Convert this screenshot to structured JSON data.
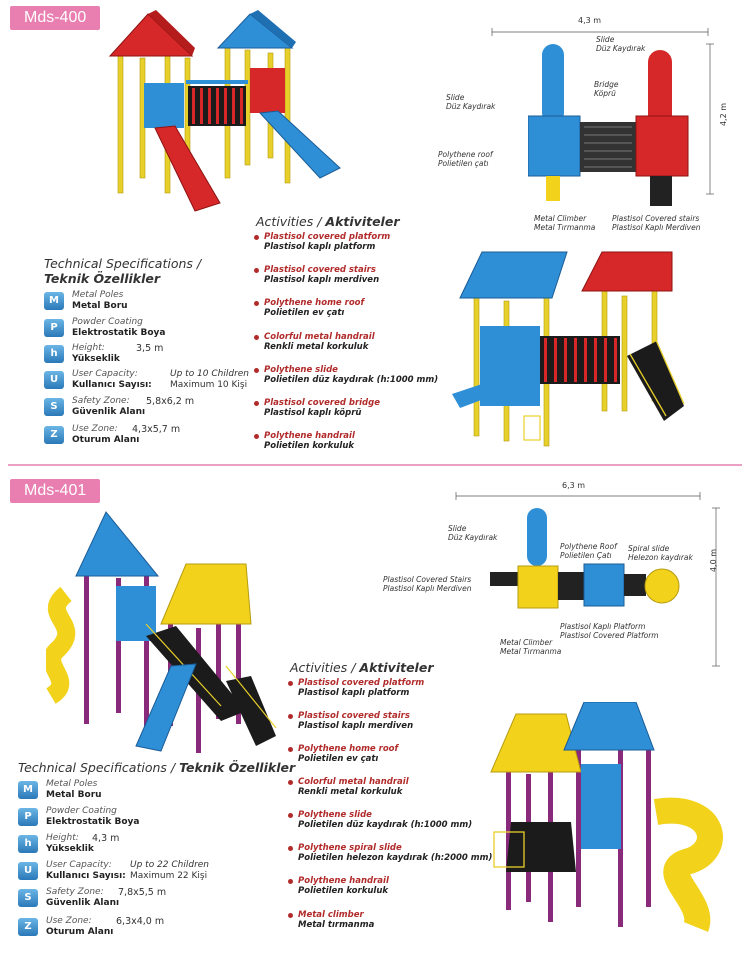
{
  "products": [
    {
      "code": "Mds-400",
      "spec_title_en": "Technical Specifications /",
      "spec_title_tr": "Teknik Özellikler",
      "specs": [
        {
          "icon": "M",
          "en": "Metal Poles",
          "tr": "Metal Boru",
          "value": "",
          "value_tr": ""
        },
        {
          "icon": "P",
          "en": "Powder Coating",
          "tr": "Elektrostatik Boya",
          "value": "",
          "value_tr": ""
        },
        {
          "icon": "h",
          "en": "Height:",
          "tr": "Yükseklik",
          "value": "3,5 m",
          "value_tr": ""
        },
        {
          "icon": "U",
          "en": "User Capacity:",
          "tr": "Kullanıcı Sayısı:",
          "value": "Up to 10 Children",
          "value_tr": "Maximum 10 Kişi"
        },
        {
          "icon": "S",
          "en": "Safety Zone:",
          "tr": "Güvenlik Alanı",
          "value": "5,8x6,2 m",
          "value_tr": ""
        },
        {
          "icon": "Z",
          "en": "Use Zone:",
          "tr": "Oturum Alanı",
          "value": "4,3x5,7 m",
          "value_tr": ""
        }
      ],
      "activities_title_en": "Activities /",
      "activities_title_tr": "Aktiviteler",
      "activities": [
        {
          "en": "Plastisol covered platform",
          "tr": "Plastisol kaplı platform"
        },
        {
          "en": "Plastisol covered stairs",
          "tr": "Plastisol kaplı merdiven"
        },
        {
          "en": "Polythene home roof",
          "tr": "Polietilen ev çatı"
        },
        {
          "en": "Colorful metal handrail",
          "tr": "Renkli metal korkuluk"
        },
        {
          "en": "Polythene slide",
          "tr": "Polietilen düz kaydırak (h:1000 mm)"
        },
        {
          "en": "Plastisol covered bridge",
          "tr": "Plastisol kaplı köprü"
        },
        {
          "en": "Polythene handrail",
          "tr": "Polietilen korkuluk"
        }
      ],
      "plan": {
        "width": "4,3 m",
        "height": "4,2 m",
        "labels": {
          "slide_left": [
            "Slide",
            "Düz Kaydırak"
          ],
          "slide_right": [
            "Slide",
            "Düz Kaydırak"
          ],
          "bridge": [
            "Bridge",
            "Köprü"
          ],
          "roof": [
            "Polythene roof",
            "Polietilen çatı"
          ],
          "climber": [
            "Metal Climber",
            "Metal Tırmanma"
          ],
          "stairs": [
            "Plastisol Covered stairs",
            "Plastisol Kaplı Merdiven"
          ]
        }
      }
    },
    {
      "code": "Mds-401",
      "spec_title_en": "Technical Specifications /",
      "spec_title_tr": "Teknik Özellikler",
      "specs": [
        {
          "icon": "M",
          "en": "Metal Poles",
          "tr": "Metal Boru",
          "value": "",
          "value_tr": ""
        },
        {
          "icon": "P",
          "en": "Powder Coating",
          "tr": "Elektrostatik Boya",
          "value": "",
          "value_tr": ""
        },
        {
          "icon": "h",
          "en": "Height:",
          "tr": "Yükseklik",
          "value": "4,3 m",
          "value_tr": ""
        },
        {
          "icon": "U",
          "en": "User Capacity:",
          "tr": "Kullanıcı Sayısı:",
          "value": "Up to 22 Children",
          "value_tr": "Maximum 22 Kişi"
        },
        {
          "icon": "S",
          "en": "Safety Zone:",
          "tr": "Güvenlik Alanı",
          "value": "7,8x5,5 m",
          "value_tr": ""
        },
        {
          "icon": "Z",
          "en": "Use Zone:",
          "tr": "Oturum Alanı",
          "value": "6,3x4,0 m",
          "value_tr": ""
        }
      ],
      "activities_title_en": "Activities /",
      "activities_title_tr": "Aktiviteler",
      "activities": [
        {
          "en": "Plastisol covered platform",
          "tr": "Plastisol kaplı platform"
        },
        {
          "en": "Plastisol covered stairs",
          "tr": "Plastisol kaplı merdiven"
        },
        {
          "en": "Polythene home roof",
          "tr": "Polietilen ev çatı"
        },
        {
          "en": "Colorful metal handrail",
          "tr": "Renkli metal korkuluk"
        },
        {
          "en": "Polythene slide",
          "tr": "Polietilen düz kaydırak (h:1000 mm)"
        },
        {
          "en": "Polythene spiral slide",
          "tr": "Polietilen helezon kaydırak (h:2000 mm)"
        },
        {
          "en": "Polythene handrail",
          "tr": "Polietilen korkuluk"
        },
        {
          "en": "Metal climber",
          "tr": "Metal tırmanma"
        }
      ],
      "plan": {
        "width": "6,3 m",
        "height": "4,0 m",
        "labels": {
          "slide": [
            "Slide",
            "Düz Kaydırak"
          ],
          "roof": [
            "Polythene Roof",
            "Polietilen Çatı"
          ],
          "spiral": [
            "Spiral slide",
            "Helezon kaydırak"
          ],
          "stairs": [
            "Plastisol Covered Stairs",
            "Plastisol Kaplı Merdiven"
          ],
          "platform": [
            "Plastisol Kaplı Platform",
            "Plastisol Covered Platform"
          ],
          "climber": [
            "Metal Climber",
            "Metal Tırmanma"
          ]
        }
      }
    }
  ],
  "colors": {
    "accent": "#e87fb0",
    "red": "#d62828",
    "blue": "#2f8fd6",
    "yellow": "#f2d21b",
    "purple": "#8a2a7a"
  }
}
